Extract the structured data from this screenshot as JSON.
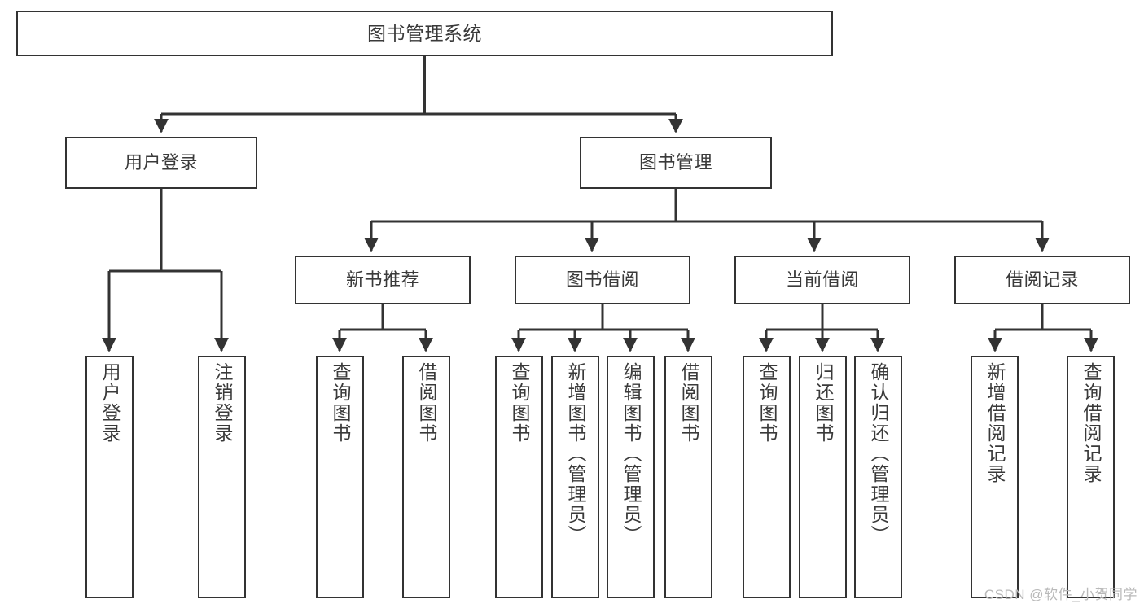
{
  "diagram": {
    "type": "tree",
    "title": "图书管理系统",
    "orientation": "top-down",
    "colors": {
      "box_border": "#333333",
      "box_fill": "#ffffff",
      "text": "#3a3a3a",
      "edge": "#333333",
      "watermark": "#b9b9b9",
      "background": "#ffffff"
    },
    "nodes": {
      "root": {
        "label": "图书管理系统"
      },
      "level2": [
        {
          "id": "user-login",
          "label": "用户登录"
        },
        {
          "id": "book-management",
          "label": "图书管理"
        }
      ],
      "level3": [
        {
          "id": "new-book-recommend",
          "label": "新书推荐"
        },
        {
          "id": "book-borrow",
          "label": "图书借阅"
        },
        {
          "id": "current-borrow",
          "label": "当前借阅"
        },
        {
          "id": "borrow-record",
          "label": "借阅记录"
        }
      ],
      "leaves": {
        "user-login": [
          {
            "id": "leaf-user-login",
            "label": "用户登录"
          },
          {
            "id": "leaf-logout-login",
            "label": "注销登录"
          }
        ],
        "new-book-recommend": [
          {
            "id": "leaf-query-book-1",
            "label": "查询图书"
          },
          {
            "id": "leaf-borrow-book-1",
            "label": "借阅图书"
          }
        ],
        "book-borrow": [
          {
            "id": "leaf-query-book-2",
            "label": "查询图书"
          },
          {
            "id": "leaf-add-book",
            "label": "新增图书（管理员）"
          },
          {
            "id": "leaf-edit-book",
            "label": "编辑图书（管理员）"
          },
          {
            "id": "leaf-borrow-book-2",
            "label": "借阅图书"
          }
        ],
        "current-borrow": [
          {
            "id": "leaf-query-book-3",
            "label": "查询图书"
          },
          {
            "id": "leaf-return-book",
            "label": "归还图书"
          },
          {
            "id": "leaf-confirm-return",
            "label": "确认归还（管理员）"
          }
        ],
        "borrow-record": [
          {
            "id": "leaf-add-record",
            "label": "新增借阅记录"
          },
          {
            "id": "leaf-query-record",
            "label": "查询借阅记录"
          }
        ]
      }
    }
  },
  "watermark": {
    "text": "CSDN @软件_小贺同学"
  }
}
